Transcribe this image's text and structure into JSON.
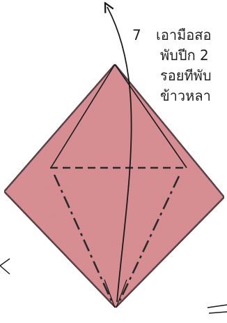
{
  "step": {
    "number": "7",
    "lines": [
      "เอามือสอ",
      "พับปีก 2",
      "รอยทีพับ",
      "ข้าวหลา"
    ]
  },
  "colors": {
    "paper_fill": "#d98f93",
    "outline": "#1a1a1a",
    "fold_line": "#2a2a2a"
  }
}
